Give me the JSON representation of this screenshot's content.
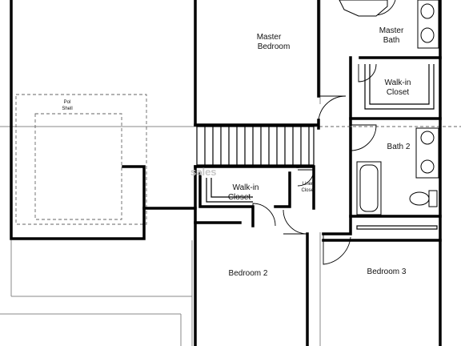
{
  "rooms": {
    "master_bedroom": [
      "Master",
      "Bedroom"
    ],
    "master_bath": [
      "Master",
      "Bath"
    ],
    "walkin_closet_upper": [
      "Walk-in",
      "Closet"
    ],
    "bath2": "Bath 2",
    "walkin_closet_lower": [
      "Walk-in",
      "Closet"
    ],
    "linen_closet": [
      "Linen",
      "Closet"
    ],
    "bedroom2": "Bedroom 2",
    "bedroom3": "Bedroom 3",
    "pool_shell": [
      "Pol",
      "Shell"
    ]
  },
  "watermark": "sales"
}
